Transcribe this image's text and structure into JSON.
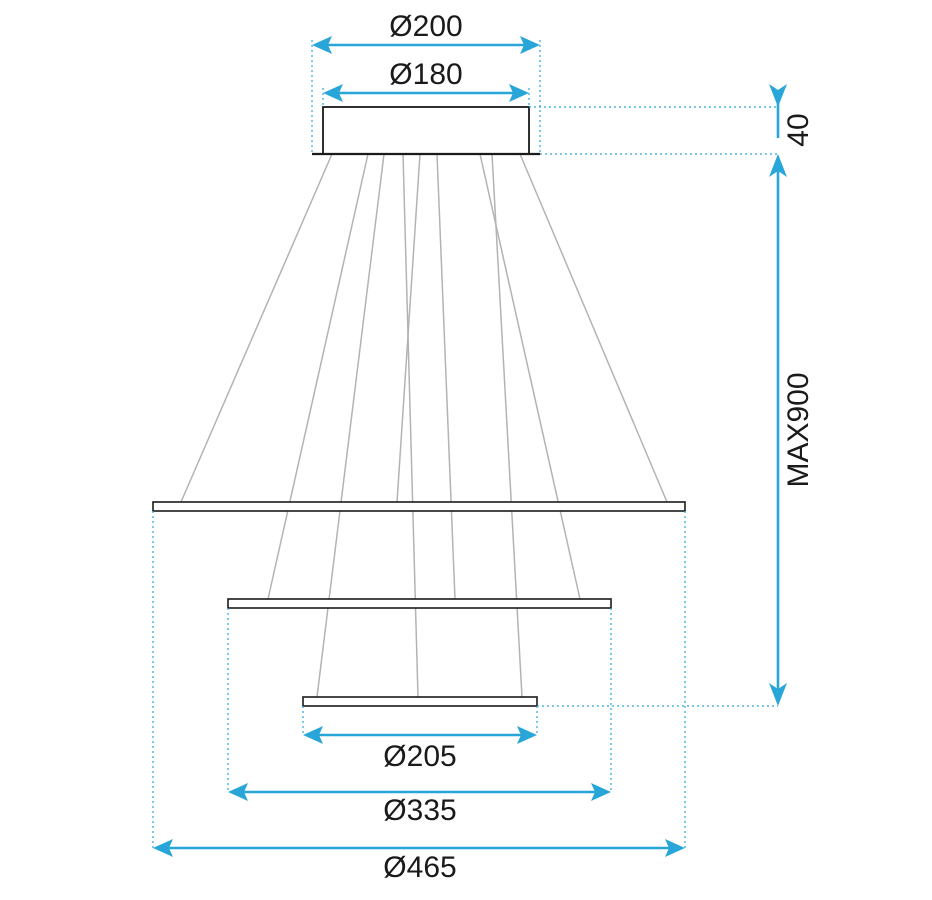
{
  "dimensions": {
    "canopy_outer": "Ø200",
    "canopy_inner": "Ø180",
    "canopy_height": "40",
    "max_drop": "MAX900",
    "ring_small": "Ø205",
    "ring_medium": "Ø335",
    "ring_large": "Ø465"
  },
  "colors": {
    "dimension_accent": "#29a6d8",
    "outline": "#1a1a1a",
    "suspension_wire": "#b3b3b3"
  }
}
